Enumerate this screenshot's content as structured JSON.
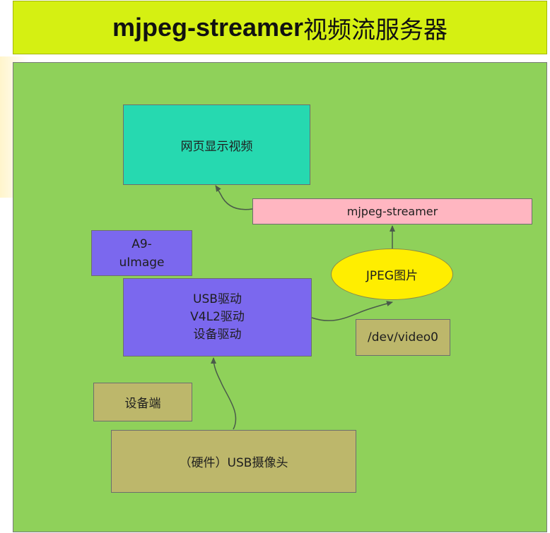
{
  "title": {
    "en": "mjpeg-streamer",
    "zh": "视频流服务器"
  },
  "nodes": {
    "web_display": "网页显示视频",
    "mjpeg_streamer": "mjpeg-streamer",
    "a9_uimage": [
      "A9-",
      "uImage"
    ],
    "drivers": [
      "USB驱动",
      "V4L2驱动",
      "设备驱动"
    ],
    "jpeg_image": "JPEG图片",
    "dev_video": "/dev/video0",
    "device_end": "设备端",
    "usb_camera": "（硬件）USB摄像头"
  },
  "colors": {
    "title_bg": "#d5f012",
    "canvas_bg": "#8fd15a",
    "web_box": "#26d9b0",
    "mjpeg_box": "#ffb6c1",
    "driver_box": "#7b68ee",
    "device_box": "#bdb76b",
    "jpeg_ellipse": "#ffee00",
    "arrow": "#4a5a4a"
  }
}
